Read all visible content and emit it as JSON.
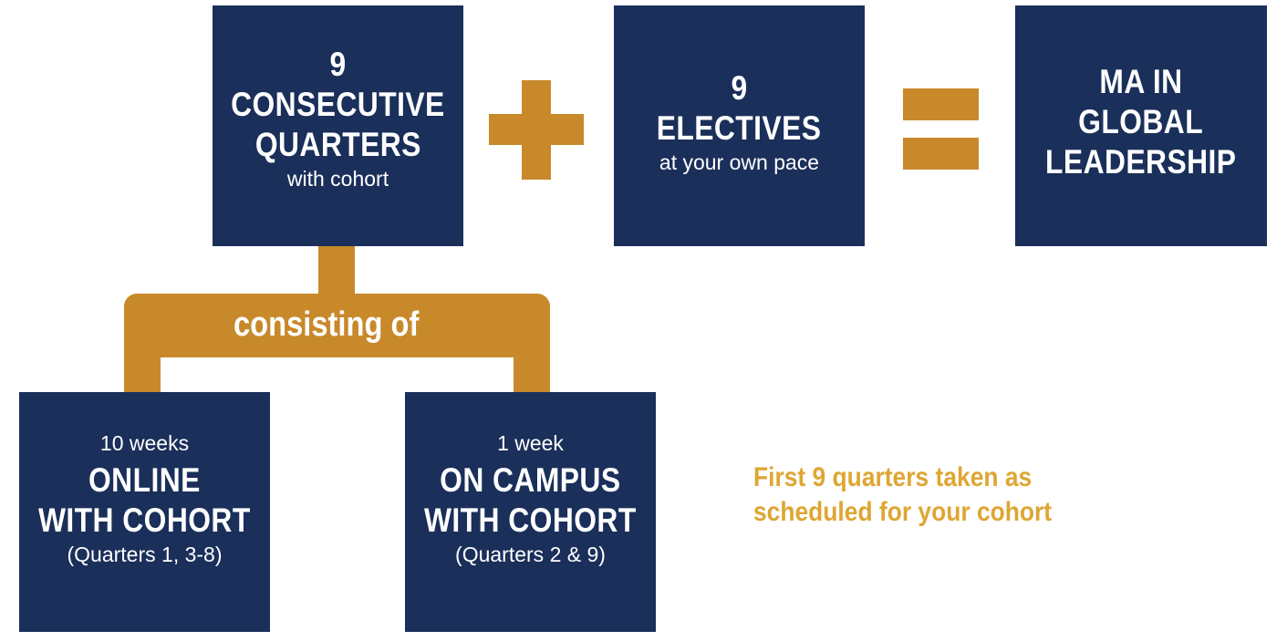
{
  "colors": {
    "navy": "#1a2f5a",
    "gold": "#c8892b",
    "note_gold": "#dea633"
  },
  "consecutive": {
    "number": "9",
    "line1": "CONSECUTIVE",
    "line2": "QUARTERS",
    "sub": "with cohort"
  },
  "electives": {
    "number": "9",
    "line1": "ELECTIVES",
    "sub": "at your own pace"
  },
  "result": {
    "line1": "MA IN",
    "line2": "GLOBAL",
    "line3": "LEADERSHIP"
  },
  "connector": {
    "label": "consisting of"
  },
  "online": {
    "duration": "10 weeks",
    "line1": "ONLINE",
    "line2": "WITH COHORT",
    "note": "(Quarters 1, 3-8)"
  },
  "campus": {
    "duration": "1 week",
    "line1": "ON CAMPUS",
    "line2": "WITH COHORT",
    "note": "(Quarters 2 & 9)"
  },
  "footnote": {
    "line1": "First 9 quarters taken as",
    "line2": "scheduled for your cohort"
  },
  "icons": [
    "plus-icon",
    "equals-icon"
  ]
}
